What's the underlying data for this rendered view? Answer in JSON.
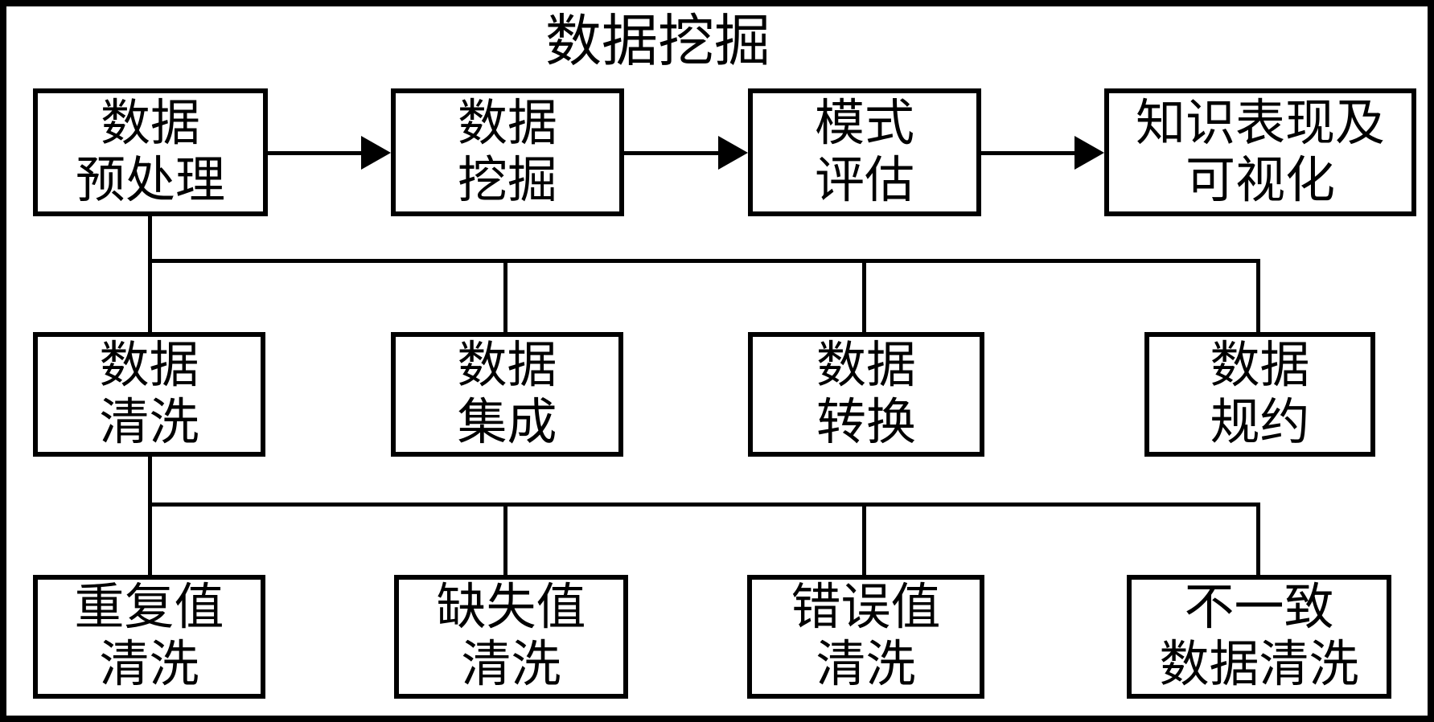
{
  "diagram": {
    "title": "数据挖掘",
    "colors": {
      "line": "#000000",
      "background": "#ffffff",
      "text": "#000000"
    },
    "rows": {
      "top": [
        {
          "id": "data-preprocessing",
          "line1": "数据",
          "line2": "预处理"
        },
        {
          "id": "data-mining",
          "line1": "数据",
          "line2": "挖掘"
        },
        {
          "id": "pattern-evaluation",
          "line1": "模式",
          "line2": "评估"
        },
        {
          "id": "knowledge-representation-visualization",
          "line1": "知识表现及",
          "line2": "可视化"
        }
      ],
      "middle": [
        {
          "id": "data-cleaning",
          "line1": "数据",
          "line2": "清洗"
        },
        {
          "id": "data-integration",
          "line1": "数据",
          "line2": "集成"
        },
        {
          "id": "data-transformation",
          "line1": "数据",
          "line2": "转换"
        },
        {
          "id": "data-reduction",
          "line1": "数据",
          "line2": "规约"
        }
      ],
      "bottom": [
        {
          "id": "duplicate-value-cleaning",
          "line1": "重复值",
          "line2": "清洗"
        },
        {
          "id": "missing-value-cleaning",
          "line1": "缺失值",
          "line2": "清洗"
        },
        {
          "id": "error-value-cleaning",
          "line1": "错误值",
          "line2": "清洗"
        },
        {
          "id": "inconsistent-data-cleaning",
          "line1": "不一致",
          "line2": "数据清洗"
        }
      ]
    }
  }
}
